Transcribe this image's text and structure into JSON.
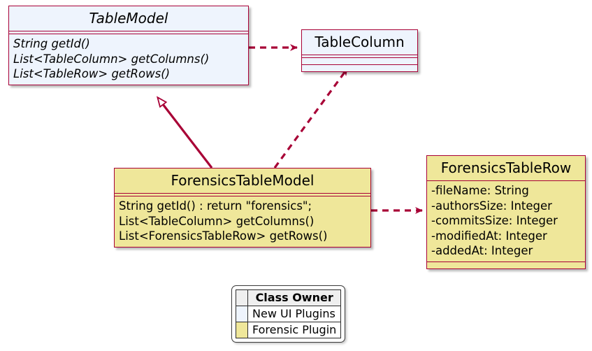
{
  "diagram": {
    "type": "uml-class-diagram",
    "colors": {
      "border": "#A80036",
      "arrow": "#A80036",
      "new_ui_plugins_fill": "#EEF4FD",
      "forensic_plugin_fill": "#EFE79A",
      "text": "#000000",
      "background": "#FFFFFF"
    }
  },
  "classes": {
    "table_model": {
      "name": "TableModel",
      "stereotype": "abstract",
      "owner": "New UI Plugins",
      "methods": [
        "String getId()",
        "List<TableColumn> getColumns()",
        "List<TableRow> getRows()"
      ]
    },
    "table_column": {
      "name": "TableColumn",
      "owner": "New UI Plugins",
      "attributes": [],
      "methods": []
    },
    "forensics_table_model": {
      "name": "ForensicsTableModel",
      "owner": "Forensic Plugin",
      "methods": [
        "String getId() : return \"forensics\";",
        "List<TableColumn> getColumns()",
        "List<ForensicsTableRow> getRows()"
      ]
    },
    "forensics_table_row": {
      "name": "ForensicsTableRow",
      "owner": "Forensic Plugin",
      "attributes": [
        "-fileName: String",
        "-authorsSize: Integer",
        "-commitsSize: Integer",
        "-modifiedAt: Integer",
        "-addedAt: Integer"
      ]
    }
  },
  "relationships": [
    {
      "id": "tablemodel-uses-tablecolumn",
      "from": "TableModel",
      "to": "TableColumn",
      "kind": "dependency",
      "line": "dashed",
      "arrowhead": "open"
    },
    {
      "id": "forensicstablemodel-extends-tablemodel",
      "from": "ForensicsTableModel",
      "to": "TableModel",
      "kind": "generalization",
      "line": "solid",
      "arrowhead": "hollow-triangle"
    },
    {
      "id": "forensicstablemodel-uses-tablecolumn",
      "from": "ForensicsTableModel",
      "to": "TableColumn",
      "kind": "dependency",
      "line": "dashed",
      "arrowhead": "open"
    },
    {
      "id": "forensicstablemodel-uses-forensicstablerow",
      "from": "ForensicsTableModel",
      "to": "ForensicsTableRow",
      "kind": "dependency",
      "line": "dashed",
      "arrowhead": "open"
    }
  ],
  "legend": {
    "header": "Class Owner",
    "rows": [
      {
        "label": "New UI Plugins",
        "color": "#EEF4FD"
      },
      {
        "label": "Forensic Plugin",
        "color": "#EFE79A"
      }
    ]
  }
}
